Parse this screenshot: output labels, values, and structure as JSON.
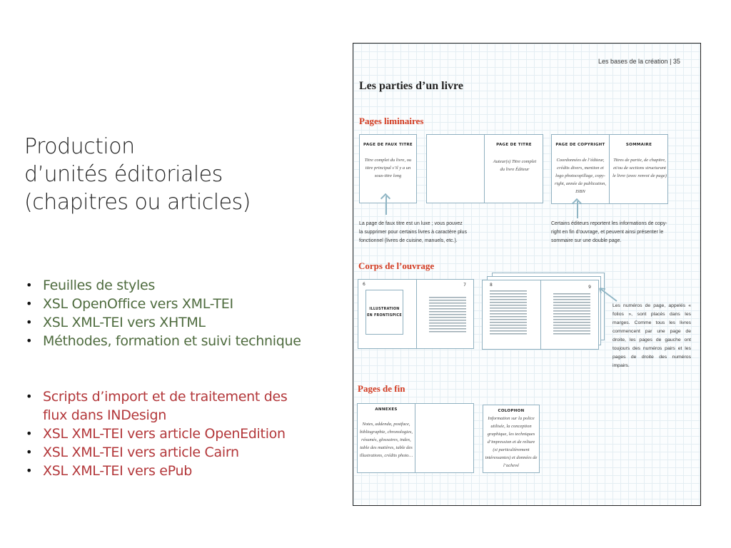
{
  "slide": {
    "title_lines": [
      "Production",
      "d’unités éditoriales",
      "(chapitres ou articles)"
    ],
    "green_bullets": [
      "Feuilles de styles",
      "XSL OpenOffice vers XML-TEI",
      "XSL XML-TEI vers XHTML",
      "Méthodes, formation et suivi technique"
    ],
    "red_bullets": [
      "Scripts d’import et de traitement des flux dans INDesign",
      "XSL XML-TEI vers article OpenEdition",
      "XSL XML-TEI vers article Cairn",
      "XSL XML-TEI vers ePub"
    ],
    "colors": {
      "green": "#4e6b3e",
      "red": "#b3373a",
      "section_red": "#d23a20",
      "grid": "#e4eef3",
      "box_border": "#8fb0c0"
    }
  },
  "scan": {
    "running_head": "Les bases de la création | 35",
    "title": "Les parties d’un livre",
    "sec1": "Pages liminaires",
    "faux_titre": {
      "label": "PAGE DE FAUX TITRE",
      "text": "Titre complet du livre, ou titre principal s’il y a un sous-titre long"
    },
    "titre": {
      "label": "PAGE DE TITRE",
      "text": "Auteur(s) Titre complet du livre Éditeur"
    },
    "copyright": {
      "label": "PAGE DE COPYRIGHT",
      "text": "Coordonnées de l’éditeur, crédits divers, mention et logo photocopillage, copy-right, année de publication, ISBN"
    },
    "sommaire": {
      "label": "SOMMAIRE",
      "text": "Titres de partie, de chapitre, et/ou de sections structurant le livre (avec renvoi de page)"
    },
    "cap1": "La page de faux titre est un luxe ; vous pouvez la supprimer pour certains livres à caractère plus fonctionnel (livres de cuisine, manuels, etc.).",
    "cap2": "Certains éditeurs reportent les informations de copy-right en fin d’ouvrage, et peuvent ainsi présenter le sommaire sur une double page.",
    "sec2": "Corps de l’ouvrage",
    "folios": [
      "6",
      "7",
      "8",
      "9"
    ],
    "illustration": "ILLUSTRATION EN FRONTISPICE",
    "cap3": "Les numéros de page, appelés « folios », sont placés dans les marges. Comme tous les livres commencent par une page de droite, les pages de gauche ont toujours des numéros pairs et les pages de droite des numéros impairs.",
    "sec3": "Pages de fin",
    "annexes": {
      "label": "ANNEXES",
      "text": "Notes, addenda, postface, bibliographie, chronologies, résumés, glossaires, index, table des matières, table des illustrations, crédits photo…"
    },
    "colophon": {
      "label": "COLOPHON",
      "text": "Information sur la police utilisée, la conception graphique, les techniques d’impression et de reliure (si particulièrement intéressantes) et données de l’achevé"
    }
  }
}
